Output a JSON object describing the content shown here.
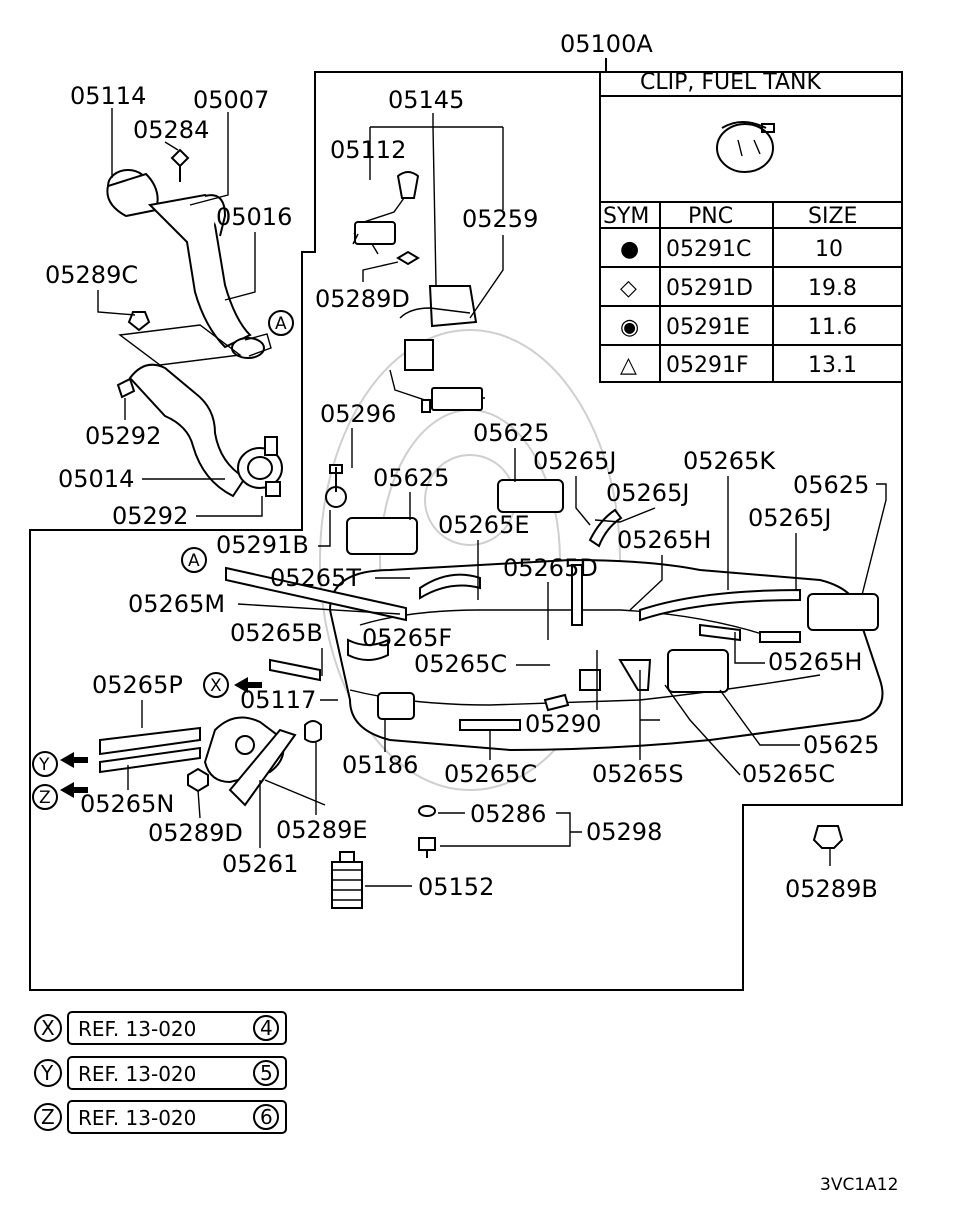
{
  "main_assembly": "05100A",
  "labels": {
    "p05114": "05114",
    "p05007": "05007",
    "p05284": "05284",
    "p05016": "05016",
    "p05289C": "05289C",
    "circleA_top": "A",
    "p05292a": "05292",
    "p05014": "05014",
    "p05292b": "05292",
    "p05145": "05145",
    "p05112": "05112",
    "p05259": "05259",
    "p05289D_top": "05289D",
    "p05296": "05296",
    "p05625a": "05625",
    "p05625b": "05625",
    "p05265J_a": "05265J",
    "p05265K": "05265K",
    "p05625c": "05625",
    "p05265J_b": "05265J",
    "p05265E": "05265E",
    "p05265J_c": "05265J",
    "p05291B": "05291B",
    "p05265H_a": "05265H",
    "circleA_mid": "A",
    "p05265T": "05265T",
    "p05265D": "05265D",
    "p05265M": "05265M",
    "p05265B": "05265B",
    "p05265F": "05265F",
    "p05265C_a": "05265C",
    "p05265H_b": "05265H",
    "p05265P": "05265P",
    "circleX": "X",
    "p05117": "05117",
    "p05290": "05290",
    "p05186": "05186",
    "p05265C_b": "05265C",
    "p05265S": "05265S",
    "p05265C_c": "05265C",
    "p05625d": "05625",
    "circleY": "Y",
    "circleZ": "Z",
    "p05265N": "05265N",
    "p05289D_bot": "05289D",
    "p05261": "05261",
    "p05289E": "05289E",
    "p05286": "05286",
    "p05298": "05298",
    "p05152": "05152",
    "p05289B": "05289B"
  },
  "clip_table": {
    "title": "CLIP, FUEL TANK",
    "headers": [
      "SYM",
      "PNC",
      "SIZE"
    ],
    "rows": [
      {
        "sym": "●",
        "pnc": "05291C",
        "size": "10"
      },
      {
        "sym": "◇",
        "pnc": "05291D",
        "size": "19.8"
      },
      {
        "sym": "◉",
        "pnc": "05291E",
        "size": "11.6"
      },
      {
        "sym": "△",
        "pnc": "05291F",
        "size": "13.1"
      }
    ]
  },
  "references": [
    {
      "key": "X",
      "text": "REF. 13-020",
      "num": "4"
    },
    {
      "key": "Y",
      "text": "REF. 13-020",
      "num": "5"
    },
    {
      "key": "Z",
      "text": "REF. 13-020",
      "num": "6"
    }
  ],
  "figure_code": "3VC1A12"
}
